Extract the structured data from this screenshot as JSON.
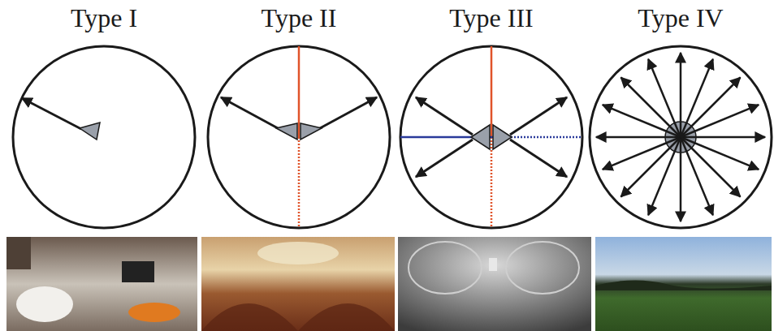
{
  "diagram": {
    "labels": [
      "Type I",
      "Type II",
      "Type III",
      "Type IV"
    ]
  }
}
